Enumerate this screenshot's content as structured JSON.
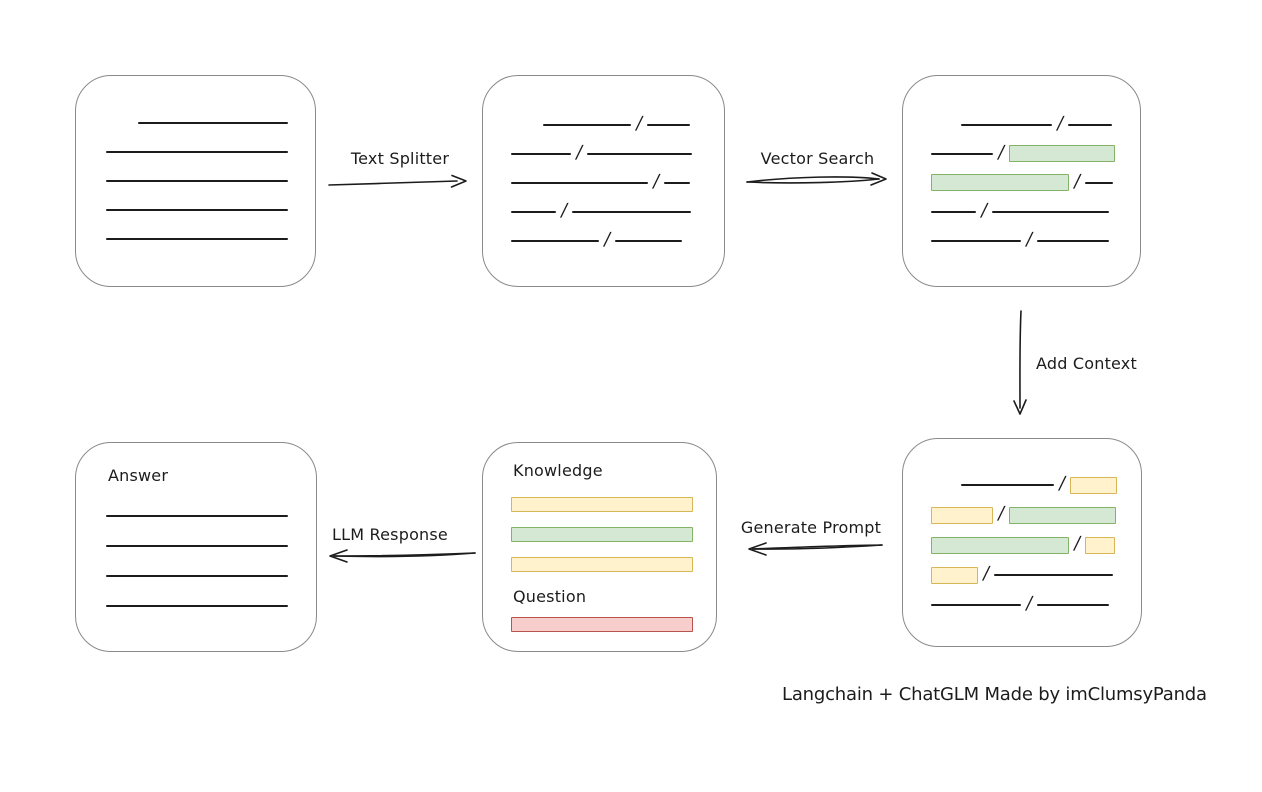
{
  "caption": "Langchain + ChatGLM Made by imClumsyPanda",
  "colors": {
    "ink": "#1c1c1c",
    "node_border": "#8a8a8a",
    "green_fill": "#d5e8d4",
    "green_border": "#82b366",
    "yellow_fill": "#fff2cc",
    "yellow_border": "#d6b656",
    "red_fill": "#f8cecc",
    "red_border": "#b85450"
  },
  "labels": {
    "slash": "/"
  },
  "arrows": {
    "text_splitter": {
      "label": "Text Splitter"
    },
    "vector_search": {
      "label": "Vector Search"
    },
    "add_context": {
      "label": "Add Context"
    },
    "generate_prompt": {
      "label": "Generate Prompt"
    },
    "llm_response": {
      "label": "LLM Response"
    }
  },
  "nodes": {
    "document": {
      "rows": [
        [
          {
            "t": "gap",
            "w": 32
          },
          {
            "t": "line",
            "w": 150
          }
        ],
        [
          {
            "t": "line",
            "w": 182
          }
        ],
        [
          {
            "t": "line",
            "w": 182
          }
        ],
        [
          {
            "t": "line",
            "w": 182
          }
        ],
        [
          {
            "t": "line",
            "w": 182
          }
        ]
      ]
    },
    "chunks": {
      "rows": [
        [
          {
            "t": "gap",
            "w": 32
          },
          {
            "t": "line",
            "w": 88
          },
          {
            "t": "slash"
          },
          {
            "t": "line",
            "w": 43
          }
        ],
        [
          {
            "t": "line",
            "w": 60
          },
          {
            "t": "slash"
          },
          {
            "t": "line",
            "w": 105
          }
        ],
        [
          {
            "t": "line",
            "w": 137
          },
          {
            "t": "slash"
          },
          {
            "t": "line",
            "w": 26
          }
        ],
        [
          {
            "t": "line",
            "w": 45
          },
          {
            "t": "slash"
          },
          {
            "t": "line",
            "w": 119
          }
        ],
        [
          {
            "t": "line",
            "w": 88
          },
          {
            "t": "slash"
          },
          {
            "t": "line",
            "w": 67
          }
        ]
      ]
    },
    "matched": {
      "rows": [
        [
          {
            "t": "gap",
            "w": 30
          },
          {
            "t": "line",
            "w": 91
          },
          {
            "t": "slash"
          },
          {
            "t": "line",
            "w": 44
          }
        ],
        [
          {
            "t": "line",
            "w": 62
          },
          {
            "t": "slash"
          },
          {
            "t": "green",
            "w": 106
          }
        ],
        [
          {
            "t": "green",
            "w": 138
          },
          {
            "t": "slash"
          },
          {
            "t": "line",
            "w": 28
          }
        ],
        [
          {
            "t": "line",
            "w": 45
          },
          {
            "t": "slash"
          },
          {
            "t": "line",
            "w": 117
          }
        ],
        [
          {
            "t": "line",
            "w": 90
          },
          {
            "t": "slash"
          },
          {
            "t": "line",
            "w": 72
          }
        ]
      ]
    },
    "context": {
      "rows": [
        [
          {
            "t": "gap",
            "w": 30
          },
          {
            "t": "line",
            "w": 93
          },
          {
            "t": "slash"
          },
          {
            "t": "yellow",
            "w": 47
          }
        ],
        [
          {
            "t": "yellow",
            "w": 62
          },
          {
            "t": "slash"
          },
          {
            "t": "green",
            "w": 107
          }
        ],
        [
          {
            "t": "green",
            "w": 138
          },
          {
            "t": "slash"
          },
          {
            "t": "yellow",
            "w": 30
          }
        ],
        [
          {
            "t": "yellow",
            "w": 47
          },
          {
            "t": "slash"
          },
          {
            "t": "line",
            "w": 119
          }
        ],
        [
          {
            "t": "line",
            "w": 90
          },
          {
            "t": "slash"
          },
          {
            "t": "line",
            "w": 72
          }
        ]
      ]
    },
    "prompt": {
      "knowledge_label": "Knowledge",
      "question_label": "Question",
      "knowledge_bars": [
        [
          {
            "t": "yellow",
            "w": 182
          }
        ],
        [
          {
            "t": "green",
            "w": 182
          }
        ],
        [
          {
            "t": "yellow",
            "w": 182
          }
        ]
      ],
      "question_bars": [
        [
          {
            "t": "red",
            "w": 182
          }
        ]
      ]
    },
    "answer": {
      "label": "Answer",
      "rows": [
        [
          {
            "t": "line",
            "w": 182
          }
        ],
        [
          {
            "t": "line",
            "w": 182
          }
        ],
        [
          {
            "t": "line",
            "w": 182
          }
        ],
        [
          {
            "t": "line",
            "w": 182
          }
        ]
      ]
    }
  }
}
